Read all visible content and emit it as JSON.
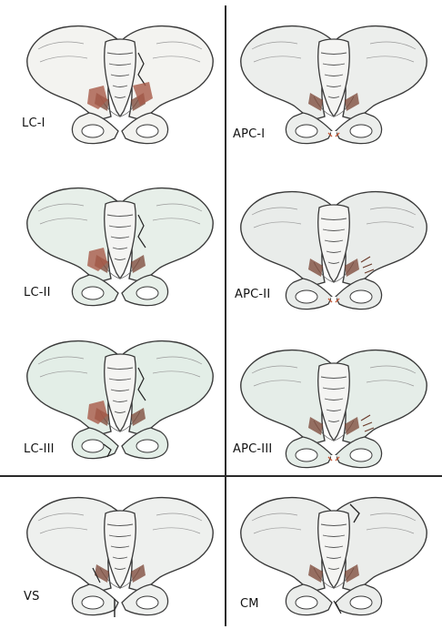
{
  "panels": [
    {
      "id": "lc1",
      "label": "LC-I",
      "tint": "#f3f3f0",
      "injury": "lc1"
    },
    {
      "id": "apc1",
      "label": "APC-I",
      "tint": "#eceeec",
      "injury": "apc1"
    },
    {
      "id": "lc2",
      "label": "LC-II",
      "tint": "#e7efe9",
      "injury": "lc2"
    },
    {
      "id": "apc2",
      "label": "APC-II",
      "tint": "#e9ecea",
      "injury": "apc2"
    },
    {
      "id": "lc3",
      "label": "LC-III",
      "tint": "#e3eee7",
      "injury": "lc3"
    },
    {
      "id": "apc3",
      "label": "APC-III",
      "tint": "#e5ede8",
      "injury": "apc3"
    },
    {
      "id": "vs",
      "label": "VS",
      "tint": "#eef0ee",
      "injury": "vs"
    },
    {
      "id": "cm",
      "label": "CM",
      "tint": "#ebedeb",
      "injury": "cm"
    }
  ],
  "colors": {
    "outline": "#3a3a3a",
    "ligament": "#7a4434",
    "fracture_red": "#a85a48",
    "divider": "#2a2a2a"
  }
}
